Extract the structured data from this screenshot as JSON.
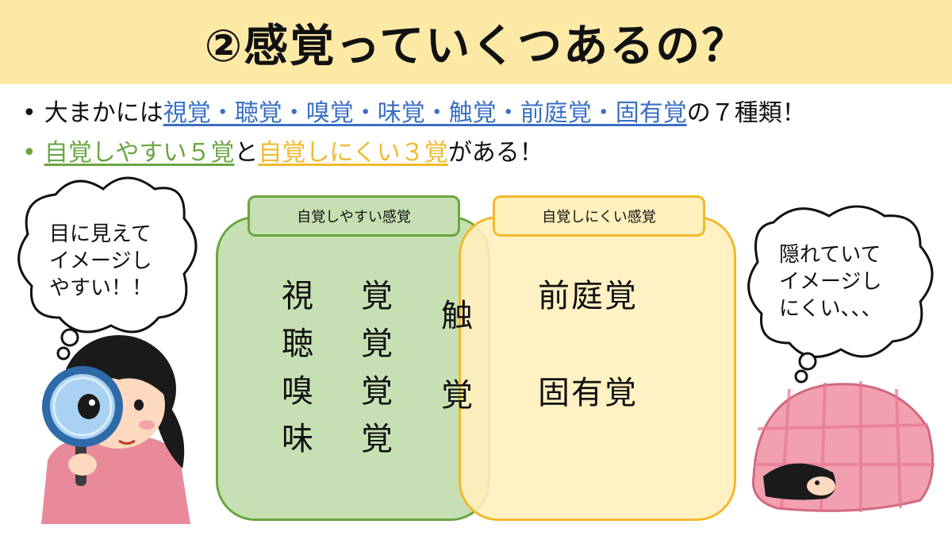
{
  "slide": {
    "title": "②感覚っていくつあるの？",
    "bullets": [
      {
        "dot": "•",
        "pre": "大まかには",
        "senses": "視覚・聴覚・嗅覚・味覚・触覚・前庭覚・固有覚",
        "post": "の７種類！"
      },
      {
        "dot": "•",
        "easy": "自覚しやすい５覚",
        "mid": "と",
        "hard": "自覚しにくい３覚",
        "post": "がある！"
      }
    ]
  },
  "diagram": {
    "easy_label": "自覚しやすい感覚",
    "hard_label": "自覚しにくい感覚",
    "easy_senses": [
      {
        "kanji": "視",
        "suffix": "覚"
      },
      {
        "kanji": "聴",
        "suffix": "覚"
      },
      {
        "kanji": "嗅",
        "suffix": "覚"
      },
      {
        "kanji": "味",
        "suffix": "覚"
      }
    ],
    "overlap": {
      "top": "触",
      "bottom": "覚"
    },
    "hard_senses": [
      "前庭覚",
      "固有覚"
    ]
  },
  "bubbles": {
    "left": [
      "目に見えて",
      "イメージし",
      "やすい！！"
    ],
    "right": [
      "隠れていて",
      "イメージし",
      "にくい、、、"
    ]
  },
  "colors": {
    "title_bg": "#fde9a6",
    "blue": "#3a6fc4",
    "green": "#6aa641",
    "green_fill": "#c6e0b3",
    "orange": "#f2b92b",
    "yellow_fill": "#fff0bc"
  },
  "icons": {
    "girl": "girl-with-magnifier-icon",
    "blanket": "person-under-blanket-icon"
  }
}
